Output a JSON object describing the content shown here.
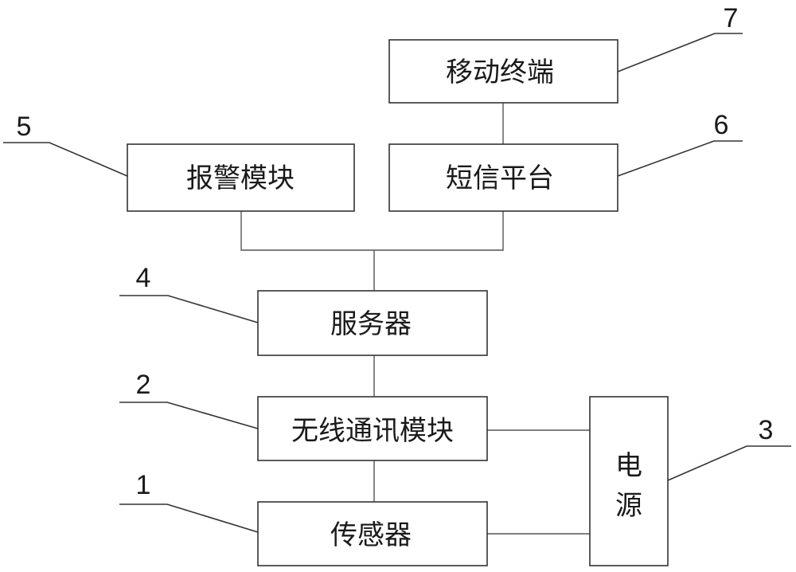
{
  "diagram": {
    "blocks": {
      "mobile": "移动终端",
      "sms": "短信平台",
      "alarm": "报警模块",
      "server": "服务器",
      "wireless": "无线通讯模块",
      "sensor": "传感器",
      "power_1": "电",
      "power_2": "源"
    },
    "numbers": {
      "n1": "1",
      "n2": "2",
      "n3": "3",
      "n4": "4",
      "n5": "5",
      "n6": "6",
      "n7": "7"
    }
  }
}
